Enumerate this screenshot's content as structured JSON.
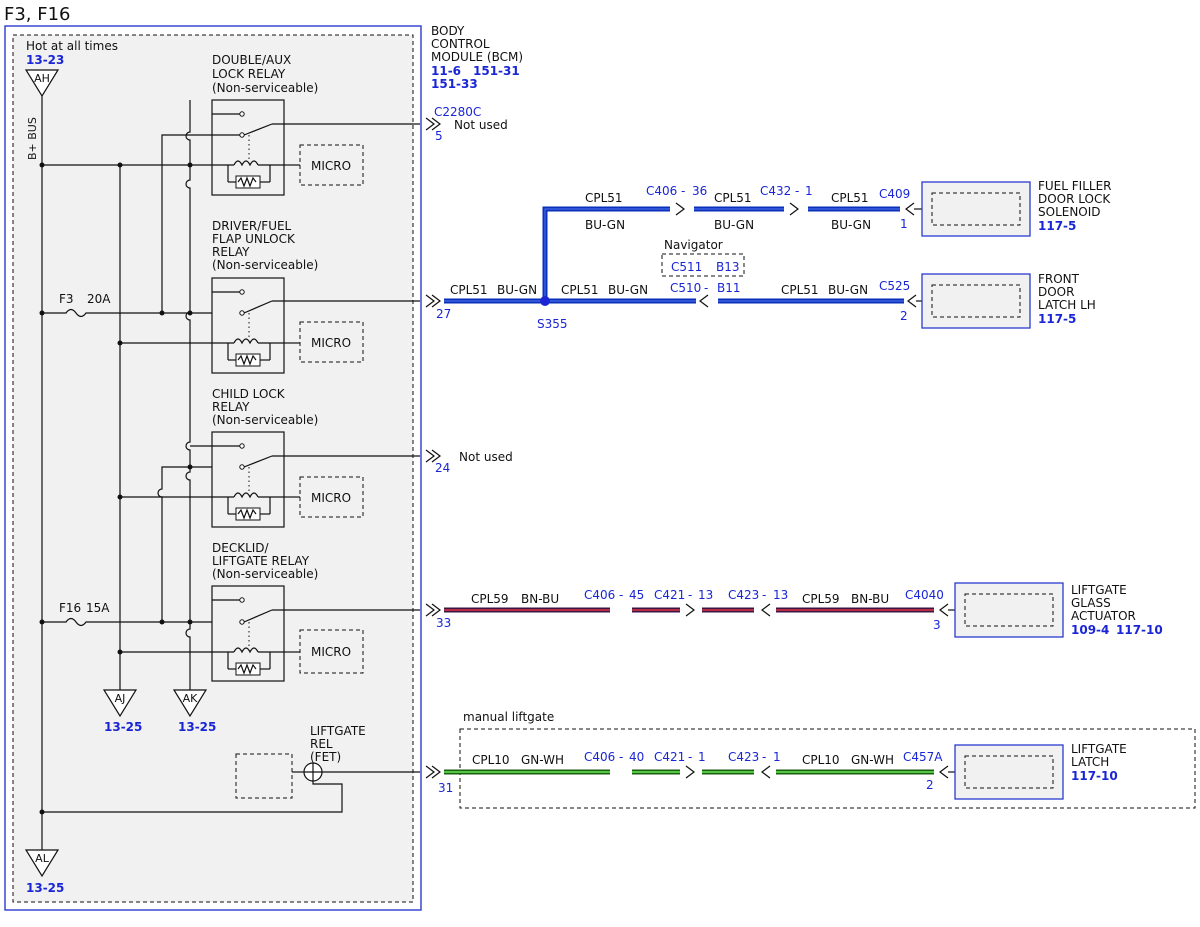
{
  "title": "F3, F16",
  "bcm": {
    "hot_label": "Hot at all times",
    "hot_ref": "13-23",
    "bus_label": "B+ BUS",
    "name_lines": [
      "BODY",
      "CONTROL",
      "MODULE (BCM)"
    ],
    "refs": [
      "11-6",
      "151-31",
      "151-33"
    ],
    "connector": "C2280C"
  },
  "fuses": [
    {
      "id": "F3",
      "rating": "20A"
    },
    {
      "id": "F16",
      "rating": "15A"
    }
  ],
  "relays": [
    {
      "name_lines": [
        "DOUBLE/AUX",
        "LOCK RELAY",
        "(Non-serviceable)"
      ],
      "micro": "MICRO"
    },
    {
      "name_lines": [
        "DRIVER/FUEL",
        "FLAP UNLOCK",
        "RELAY",
        "(Non-serviceable)"
      ],
      "micro": "MICRO"
    },
    {
      "name_lines": [
        "CHILD LOCK",
        "RELAY",
        "(Non-serviceable)"
      ],
      "micro": "MICRO"
    },
    {
      "name_lines": [
        "DECKLID/",
        "LIFTGATE RELAY",
        "(Non-serviceable)"
      ],
      "micro": "MICRO"
    }
  ],
  "liftgate_fet": {
    "name_lines": [
      "LIFTGATE",
      "REL",
      "(FET)"
    ]
  },
  "off_page": [
    {
      "id": "AH",
      "ref": "13-23"
    },
    {
      "id": "AJ",
      "ref": "13-25"
    },
    {
      "id": "AK",
      "ref": "13-25"
    },
    {
      "id": "AL",
      "ref": "13-25"
    }
  ],
  "pins": {
    "p5": {
      "pin": "5",
      "note": "Not used"
    },
    "p27": {
      "pin": "27"
    },
    "p24": {
      "pin": "24",
      "note": "Not used"
    },
    "p33": {
      "pin": "33"
    },
    "p31": {
      "pin": "31"
    }
  },
  "splice": "S355",
  "navigator": {
    "label": "Navigator",
    "connector": "C511",
    "pin": "B13"
  },
  "circuits": {
    "fuel_filler": {
      "segments": [
        {
          "circuit": "CPL51",
          "color": "BU-GN"
        },
        {
          "circuit": "CPL51",
          "color": "BU-GN"
        },
        {
          "circuit": "CPL51",
          "color": "BU-GN"
        }
      ],
      "inline": [
        {
          "connector": "C406",
          "pin": "36"
        },
        {
          "connector": "C432",
          "pin": "1"
        }
      ],
      "end_connector": "C409",
      "end_pin": "1"
    },
    "front_door": {
      "segments": [
        {
          "circuit": "CPL51",
          "color": "BU-GN"
        },
        {
          "circuit": "CPL51",
          "color": "BU-GN"
        },
        {
          "circuit": "CPL51",
          "color": "BU-GN"
        }
      ],
      "inline": [
        {
          "connector": "C510",
          "pin": "B11"
        }
      ],
      "end_connector": "C525",
      "end_pin": "2"
    },
    "liftgate_glass": {
      "segments": [
        {
          "circuit": "CPL59",
          "color": "BN-BU"
        },
        {
          "circuit": "CPL59",
          "color": "BN-BU"
        }
      ],
      "inline": [
        {
          "connector": "C406",
          "pin": "45"
        },
        {
          "connector": "C421",
          "pin": "13"
        },
        {
          "connector": "C423",
          "pin": "13"
        }
      ],
      "end_connector": "C4040",
      "end_pin": "3"
    },
    "liftgate_latch": {
      "group_label": "manual liftgate",
      "segments": [
        {
          "circuit": "CPL10",
          "color": "GN-WH"
        },
        {
          "circuit": "CPL10",
          "color": "GN-WH"
        }
      ],
      "inline": [
        {
          "connector": "C406",
          "pin": "40"
        },
        {
          "connector": "C421",
          "pin": "1"
        },
        {
          "connector": "C423",
          "pin": "1"
        }
      ],
      "end_connector": "C457A",
      "end_pin": "2"
    }
  },
  "components": [
    {
      "name_lines": [
        "FUEL FILLER",
        "DOOR LOCK",
        "SOLENOID"
      ],
      "refs": [
        "117-5"
      ]
    },
    {
      "name_lines": [
        "FRONT",
        "DOOR",
        "LATCH LH"
      ],
      "refs": [
        "117-5"
      ]
    },
    {
      "name_lines": [
        "LIFTGATE",
        "GLASS",
        "ACTUATOR"
      ],
      "refs": [
        "109-4",
        "117-10"
      ]
    },
    {
      "name_lines": [
        "LIFTGATE",
        "LATCH"
      ],
      "refs": [
        "117-10"
      ]
    }
  ],
  "colors": {
    "ref_text": "#1a26d6",
    "wire_bu_gn": "#0a2fb8",
    "wire_bn_bu": "#e0344a",
    "wire_gn_wh": "#5ad84a",
    "module_outline": "#2a3bd0",
    "module_fill": "#f1f1f1"
  }
}
